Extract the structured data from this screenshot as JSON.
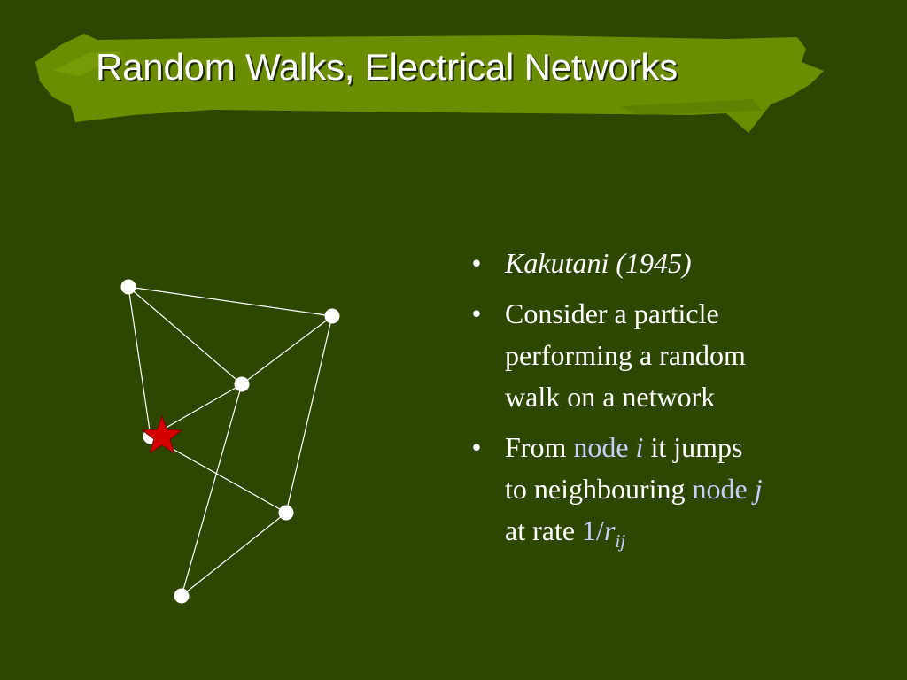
{
  "title": "Random Walks, Electrical Networks",
  "colors": {
    "background": "#2e4700",
    "banner": "#6b8e00",
    "text": "#ffffff",
    "highlight": "#c8cfff",
    "star": "#d40000"
  },
  "bullets": {
    "b1": {
      "text": "Kakutani (1945)"
    },
    "b2": {
      "line1": "Consider a particle",
      "line2": "performing a random",
      "line3": "walk on a network"
    },
    "b3": {
      "from": "From",
      "node_i_word": "node",
      "node_i_var": "i",
      "jumps": "it jumps",
      "to_neigh": "to neighbouring",
      "node_j_word": "node",
      "node_j_var": "j",
      "at_rate": "at rate",
      "rate_num": "1/",
      "rate_var": "r",
      "rate_sub": "ij"
    }
  },
  "bullet_glyph": "•",
  "graph": {
    "star_icon": "star-icon",
    "node_count": 6,
    "edge_count": 9
  }
}
